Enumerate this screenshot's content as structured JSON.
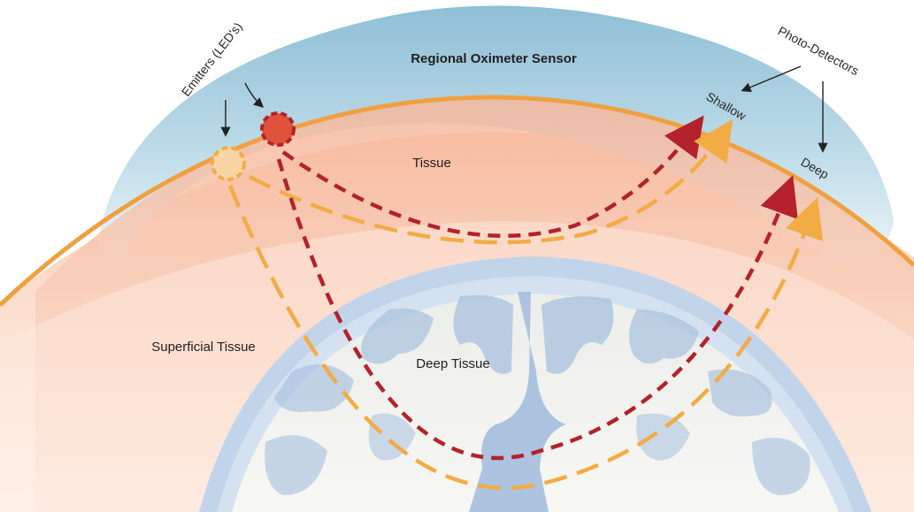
{
  "labels": {
    "sensor": "Regional Oximeter Sensor",
    "emitters": "Emitters (LED's)",
    "photo_detectors": "Photo-Detectors",
    "shallow": "Shallow",
    "deep": "Deep",
    "tissue": "Tissue",
    "superficial_tissue": "Superficial Tissue",
    "deep_tissue": "Deep Tissue"
  },
  "colors": {
    "sensor_fill": "#a9cfe0",
    "sensor_fill_light": "#e7f2f7",
    "skin_line": "#f0a040",
    "tissue_fill": "#f8c8b0",
    "superficial_fill": "#fbe1d2",
    "skull": "#b8cbe3",
    "brain_folds": "#a7c0de",
    "brain_matter": "#f2f2ef",
    "path_red": "#b3222a",
    "path_orange": "#f2ac45",
    "led_red": "#e0533a",
    "led_orange": "#f7c88e"
  },
  "icons": {
    "red_emitter": "led-emitter-icon",
    "orange_emitter": "led-emitter-icon"
  }
}
